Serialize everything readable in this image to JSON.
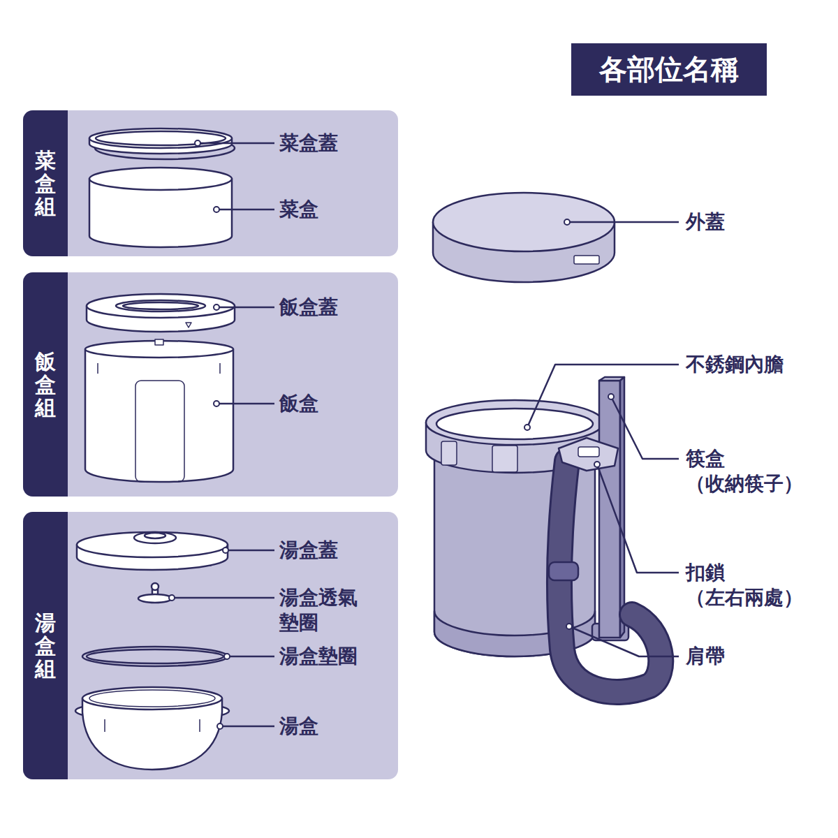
{
  "diagram": {
    "title": "各部位名稱",
    "nodes": [
      {
        "text": [
          "菜盒組"
        ]
      },
      {
        "text": [
          "飯盒組"
        ]
      },
      {
        "text": [
          "湯盒組"
        ]
      }
    ],
    "labels": [
      "菜盒蓋",
      "菜盒",
      "飯盒蓋",
      "飯盒",
      "湯盒蓋",
      "湯盒透氣 墊圈",
      "湯盒墊圈",
      "湯盒",
      "外蓋",
      "不銹鋼內膽",
      "筷盒 （收納筷子）",
      "扣鎖 （左右兩處）",
      "肩帶"
    ]
  }
}
